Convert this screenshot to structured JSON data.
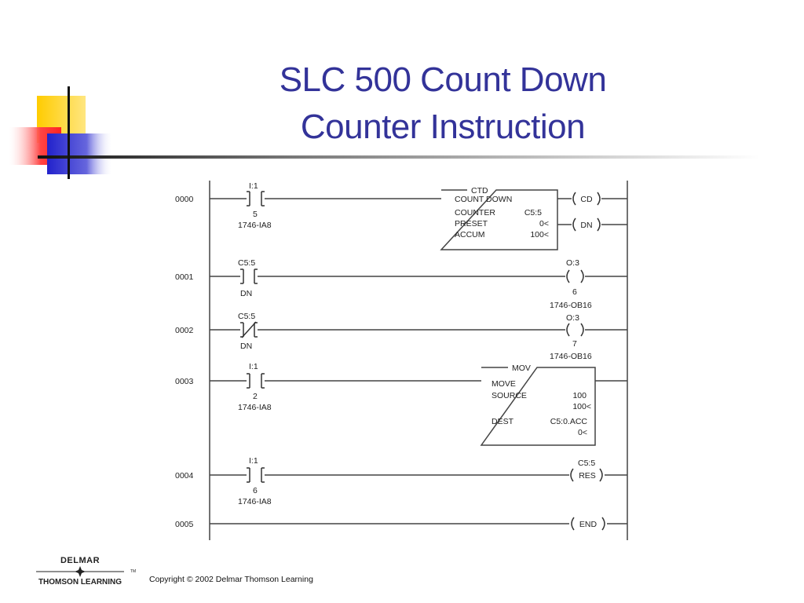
{
  "title": {
    "line1": "SLC 500 Count Down",
    "line2": "Counter Instruction"
  },
  "colors": {
    "title": "#333399",
    "deco_yellow": "#ffcc00",
    "deco_red": "#ff3333",
    "deco_blue": "#3333cc",
    "ladder_line": "#444444"
  },
  "rungs": [
    {
      "number": "0000",
      "input": {
        "type": "xic",
        "address": "I:1",
        "bit": "5",
        "module": "1746-IA8"
      },
      "instruction": {
        "name": "CTD",
        "description": "COUNT DOWN",
        "rows": [
          {
            "label": "COUNTER",
            "value": "C5:5"
          },
          {
            "label": "PRESET",
            "value": "0<"
          },
          {
            "label": "ACCUM",
            "value": "100<"
          }
        ],
        "outputs": [
          "CD",
          "DN"
        ]
      }
    },
    {
      "number": "0001",
      "input": {
        "type": "xic",
        "address": "C5:5",
        "bit": "DN"
      },
      "output": {
        "type": "ote",
        "address": "O:3",
        "bit": "6",
        "module": "1746-OB16"
      }
    },
    {
      "number": "0002",
      "input": {
        "type": "xio",
        "address": "C5:5",
        "bit": "DN"
      },
      "output": {
        "type": "ote",
        "address": "O:3",
        "bit": "7",
        "module": "1746-OB16"
      }
    },
    {
      "number": "0003",
      "input": {
        "type": "xic",
        "address": "I:1",
        "bit": "2",
        "module": "1746-IA8"
      },
      "instruction": {
        "name": "MOV",
        "rows": [
          {
            "label": "MOVE",
            "value": ""
          },
          {
            "label": "SOURCE",
            "value": "100"
          },
          {
            "label": "",
            "value": "100<"
          },
          {
            "label": "DEST",
            "value": "C5:0.ACC"
          },
          {
            "label": "",
            "value": "0<"
          }
        ]
      }
    },
    {
      "number": "0004",
      "input": {
        "type": "xic",
        "address": "I:1",
        "bit": "6",
        "module": "1746-IA8"
      },
      "output": {
        "type": "res",
        "address": "C5:5",
        "label": "RES"
      }
    },
    {
      "number": "0005",
      "output": {
        "type": "end",
        "label": "END"
      }
    }
  ],
  "logo": {
    "top": "DELMAR",
    "bottom": "THOMSON LEARNING",
    "tm": "TM"
  },
  "copyright": "Copyright © 2002 Delmar Thomson Learning"
}
